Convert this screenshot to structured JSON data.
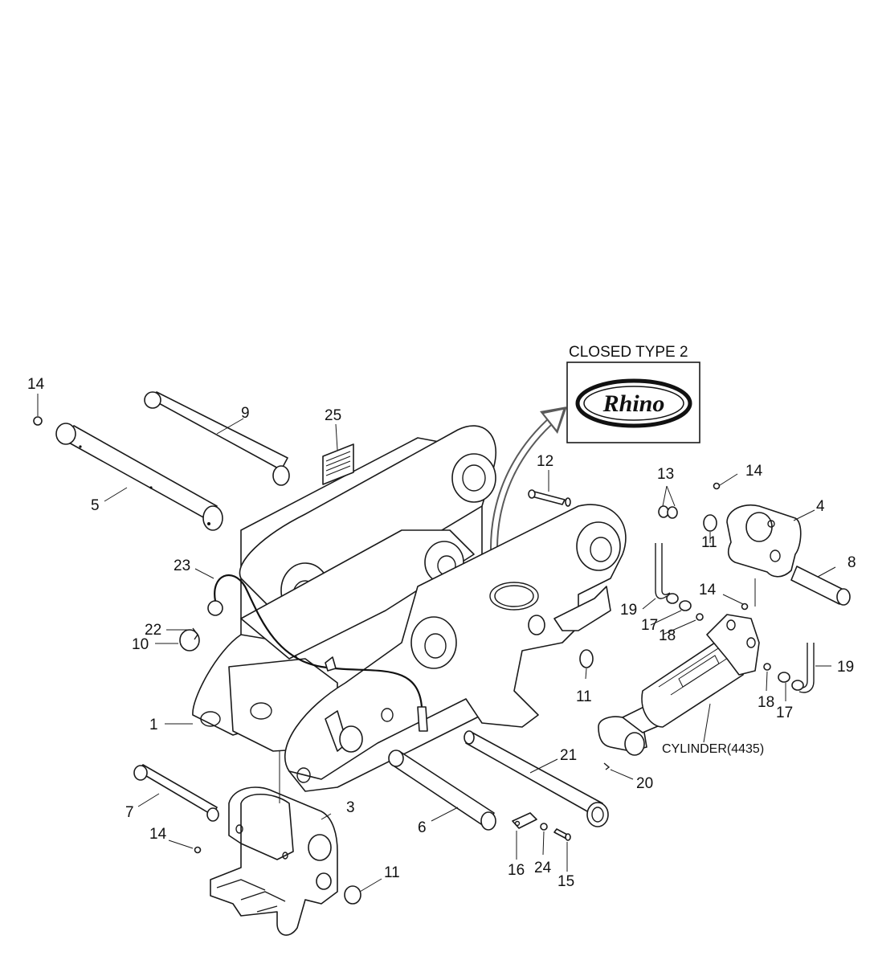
{
  "inset": {
    "title": "CLOSED TYPE 2",
    "logo_text": "Rhino"
  },
  "cylinder_label": "CYLINDER(4435)",
  "callouts": [
    "14",
    "9",
    "25",
    "5",
    "12",
    "13",
    "14",
    "4",
    "11",
    "8",
    "23",
    "22",
    "10",
    "14",
    "19",
    "17",
    "18",
    "11",
    "19",
    "18",
    "17",
    "1",
    "21",
    "20",
    "7",
    "3",
    "14",
    "6",
    "16",
    "24",
    "15",
    "11"
  ],
  "colors": {
    "ink": "#1a1a1a",
    "paper": "#ffffff",
    "arrow": "#5a5a5a"
  }
}
